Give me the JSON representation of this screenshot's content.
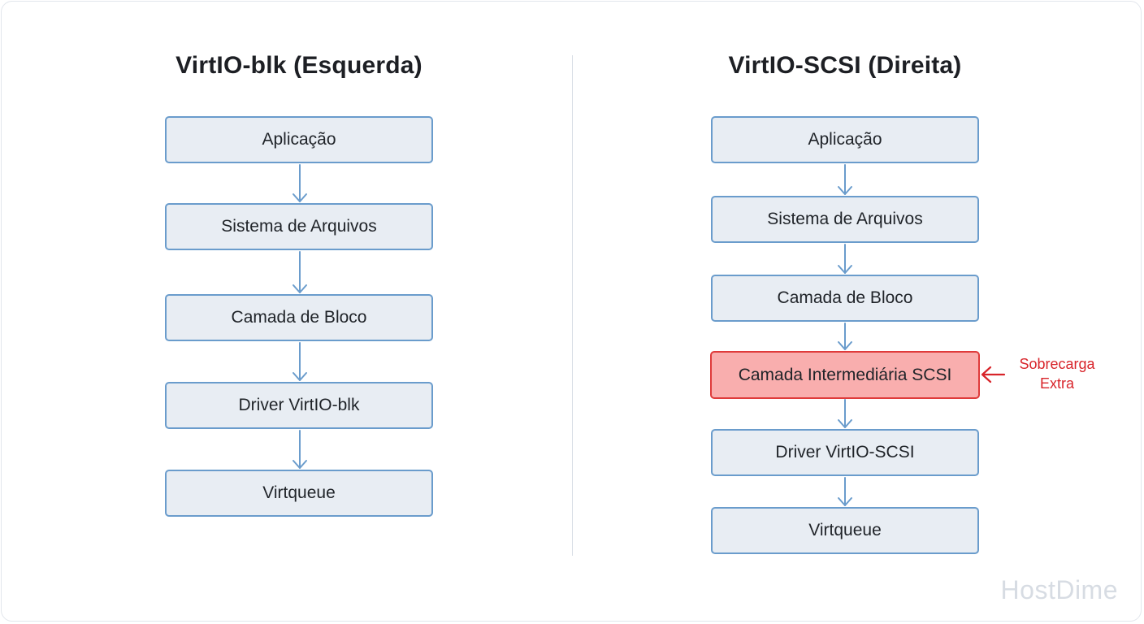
{
  "left": {
    "title": "VirtIO-blk (Esquerda)",
    "layers": [
      "Aplicação",
      "Sistema de Arquivos",
      "Camada de Bloco",
      "Driver VirtIO-blk",
      "Virtqueue"
    ]
  },
  "right": {
    "title": "VirtIO-SCSI (Direita)",
    "layers": [
      "Aplicação",
      "Sistema de Arquivos",
      "Camada de Bloco",
      "Camada Intermediária SCSI",
      "Driver VirtIO-SCSI",
      "Virtqueue"
    ],
    "highlight_index": 3
  },
  "annotation": {
    "line1": "Sobrecarga",
    "line2": "Extra"
  },
  "brand": "HostDime",
  "colors": {
    "box_fill": "#e8edf3",
    "box_border": "#6a9ccc",
    "arrow": "#6a9ccc",
    "highlight_fill": "#f9aeae",
    "highlight_border": "#df3b3b",
    "annotation": "#d8242a"
  }
}
